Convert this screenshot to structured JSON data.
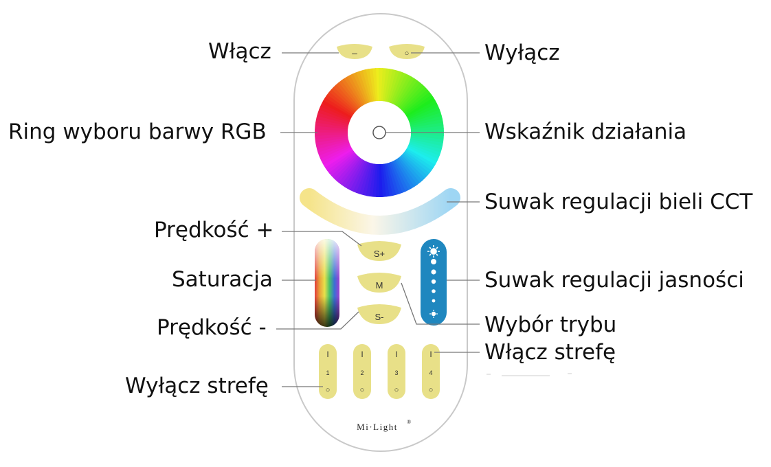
{
  "labels": {
    "on": "Włącz",
    "off": "Wyłącz",
    "rgb_ring": "Ring wyboru barwy RGB",
    "indicator": "Wskaźnik działania",
    "cct_slider": "Suwak regulacji bieli CCT",
    "speed_plus": "Prędkość +",
    "saturation": "Saturacja",
    "brightness": "Suwak regulacji jasności",
    "speed_minus": "Prędkość -",
    "mode": "Wybór trybu",
    "zone_on": "Włącz strefę",
    "zone_off": "Wyłącz strefę"
  },
  "remote": {
    "btn_on": "–",
    "btn_off": "○",
    "speed_plus": "S+",
    "mode": "M",
    "speed_minus": "S-",
    "zones": [
      {
        "on": "I",
        "num": "1",
        "off": "○"
      },
      {
        "on": "I",
        "num": "2",
        "off": "○"
      },
      {
        "on": "I",
        "num": "3",
        "off": "○"
      },
      {
        "on": "I",
        "num": "4",
        "off": "○"
      }
    ],
    "brand": "Mi·Light",
    "brand_mark": "®"
  },
  "colors": {
    "button_fill": "#e8e088",
    "brightness_slider": "#1f87bf",
    "remote_outline": "#c9c9c9",
    "leader_line": "#777777"
  }
}
